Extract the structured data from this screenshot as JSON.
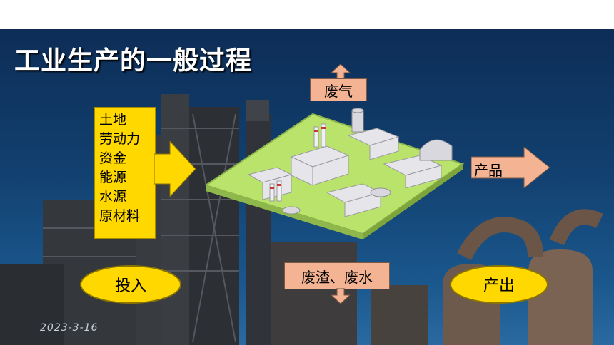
{
  "slide": {
    "title": "工业生产的一般过程",
    "inputs_list": [
      "土地",
      "劳动力",
      "资金",
      "能源",
      "水源",
      "原材料"
    ],
    "waste_gas": "废气",
    "product": "产品",
    "waste_solid_water": "废渣、废水",
    "input_label": "投入",
    "output_label": "产出",
    "date_stamp": "2023-3-16"
  },
  "colors": {
    "yellow_accent": "#ffd800",
    "salmon_box": "#f4b494",
    "factory_base": "#b9e36a",
    "sky_blue": "#12406f"
  },
  "icons": [
    "factory-illustration",
    "up-arrow",
    "right-arrow",
    "down-arrow"
  ]
}
